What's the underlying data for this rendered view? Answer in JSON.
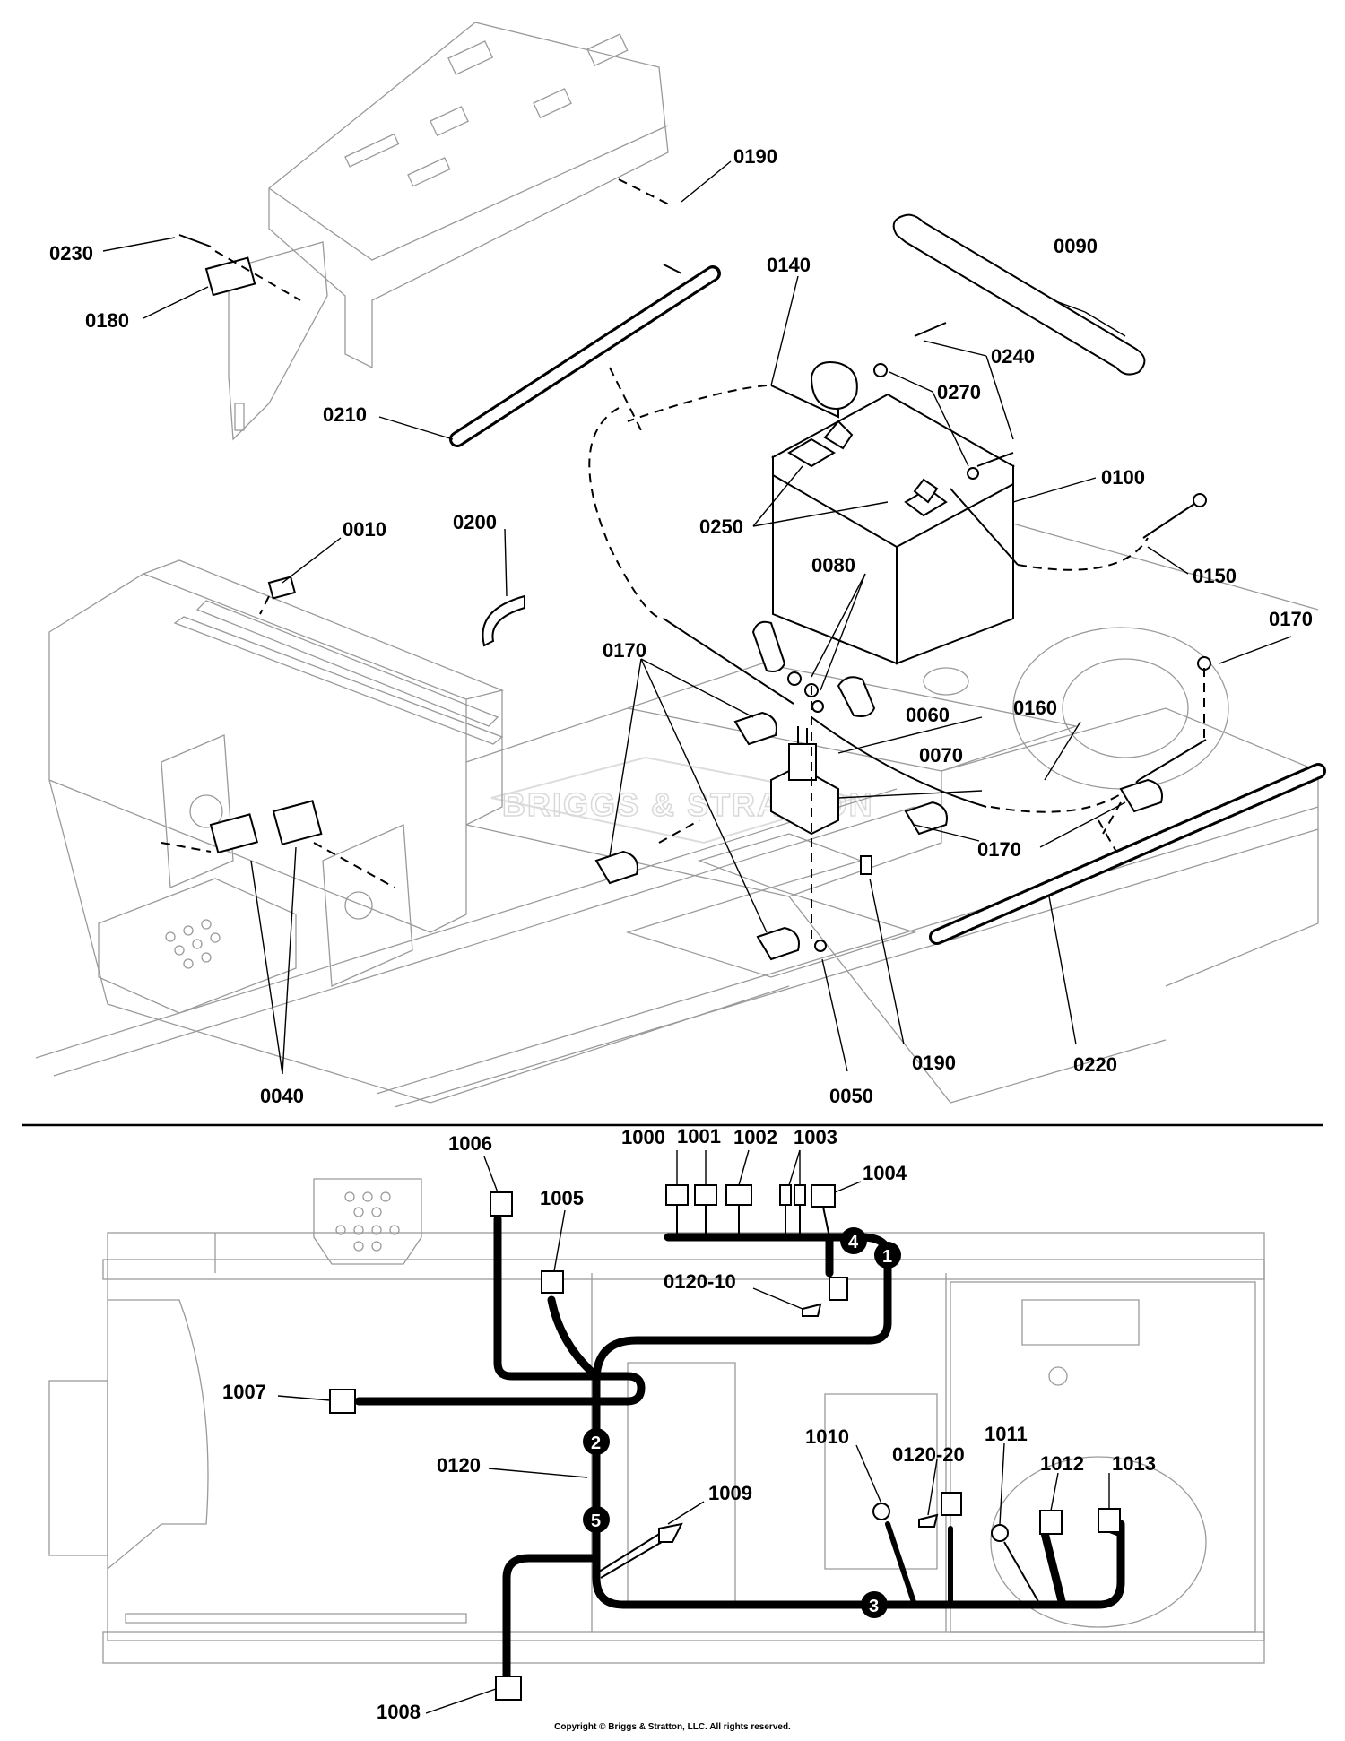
{
  "diagram": {
    "watermark": "BRIGGS & STRATTON",
    "callouts_upper": [
      "0190",
      "0230",
      "0180",
      "0090",
      "0140",
      "0240",
      "0270",
      "0210",
      "0100",
      "0250",
      "0150",
      "0010",
      "0200",
      "0080",
      "0170",
      "0060",
      "0160",
      "0070",
      "0040",
      "0050",
      "0190",
      "0220"
    ],
    "callouts_lower": [
      "1006",
      "1000",
      "1001",
      "1002",
      "1003",
      "1004",
      "1005",
      "0120-10",
      "1007",
      "0120",
      "1010",
      "0120-20",
      "1011",
      "1012",
      "1013",
      "1009",
      "1008"
    ],
    "harness_markers": [
      "1",
      "2",
      "3",
      "4",
      "5"
    ],
    "copyright": "Copyright © Briggs & Stratton, LLC. All rights reserved."
  }
}
